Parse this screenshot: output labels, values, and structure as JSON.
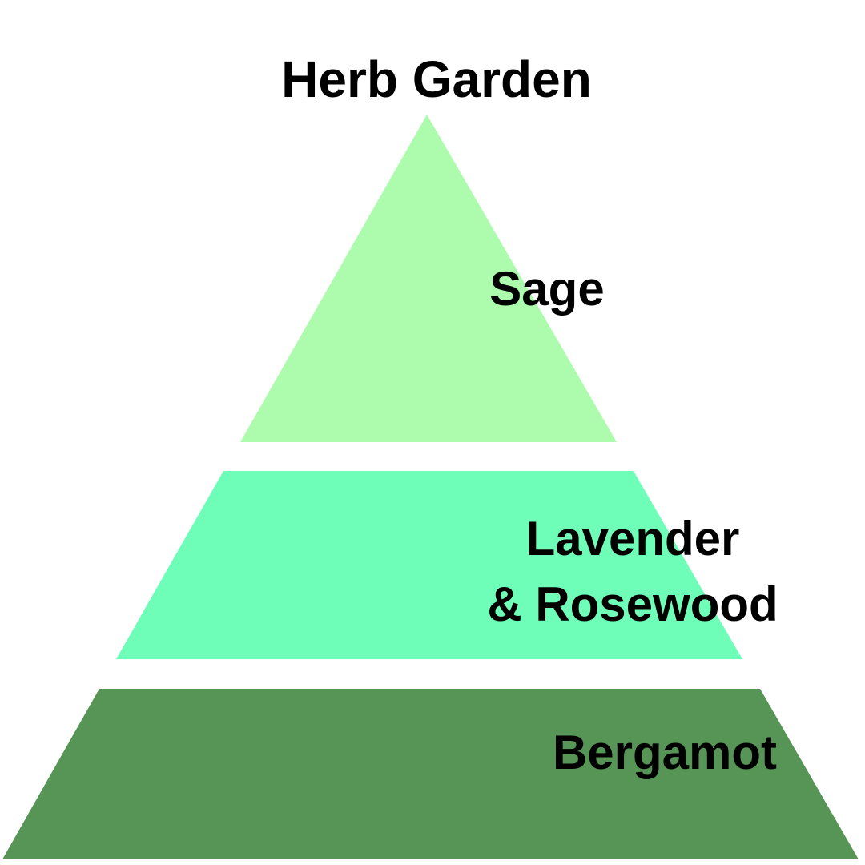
{
  "title": "Herb Garden",
  "colors": {
    "background": "#ffffff",
    "text": "#000000",
    "tier_top": "#adfcae",
    "tier_middle": "#6ffeb7",
    "tier_bottom": "#579557"
  },
  "pyramid": {
    "tiers": [
      {
        "id": "top",
        "label": "Sage",
        "color": "#adfcae"
      },
      {
        "id": "middle",
        "label": "Lavender & Rosewood",
        "lines": [
          "Lavender",
          "& Rosewood"
        ],
        "color": "#6ffeb7"
      },
      {
        "id": "bottom",
        "label": "Bergamot",
        "color": "#579557"
      }
    ]
  }
}
